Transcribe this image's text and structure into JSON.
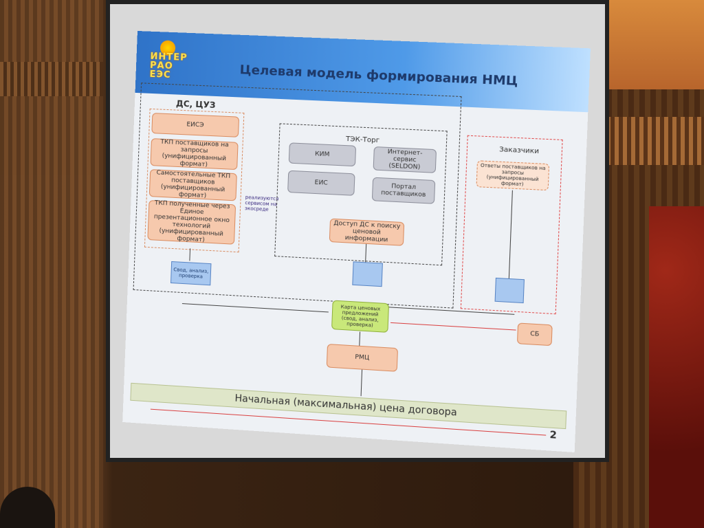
{
  "slide": {
    "logo_text": "ИНТЕР РАО ЕЭС",
    "title": "Целевая модель формирования НМЦ",
    "left_region": {
      "label": "ДС, ЦУЗ",
      "boxes": [
        "ЕИСЭ",
        "ТКП поставщиков на запросы (унифицированный формат)",
        "Самостоятельные ТКП поставщиков (унифицированный формат)",
        "ТКП полученные через Единое презентационное окно технологий (унифицированный формат)"
      ],
      "side_note": "реализуются сервисом на экосреде",
      "doc_label": "Свод, анализ, проверка"
    },
    "middle_region": {
      "label": "ТЭК-Торг",
      "boxes": [
        "КИМ",
        "Интернет-сервис (SELDON)",
        "ЕИС",
        "Портал поставщиков"
      ],
      "access_box": "Доступ ДС к поиску ценовой информации"
    },
    "right_region": {
      "label": "Заказчики",
      "box": "Ответы поставщиков на запросы (унифицированный формат)"
    },
    "center_box": "Карта ценовых предложений (свод, анализ, проверка)",
    "sb_box": "СБ",
    "rmc_box": "РМЦ",
    "footer": "Начальная (максимальная) цена договора",
    "page_number": "2"
  }
}
